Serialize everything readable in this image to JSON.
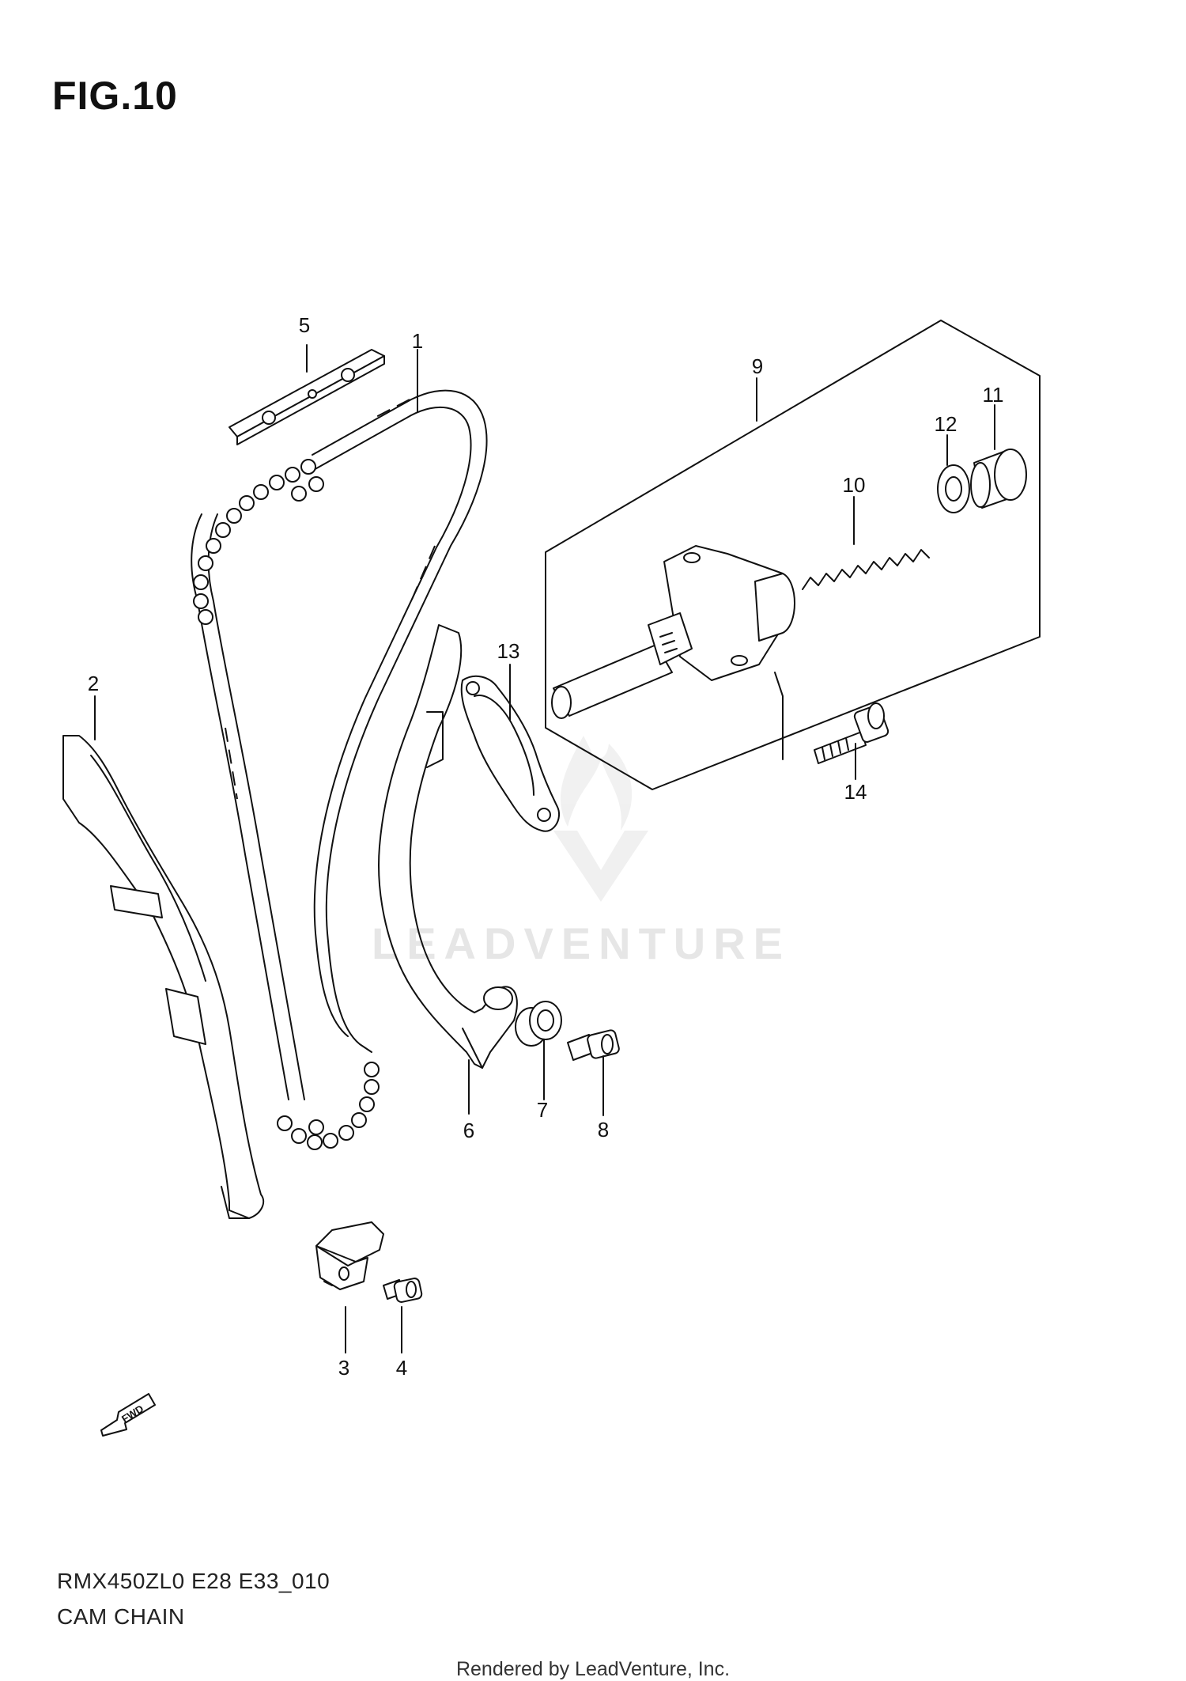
{
  "figure": {
    "title": "FIG.10",
    "model_code": "RMX450ZL0 E28 E33_010",
    "caption": "CAM CHAIN"
  },
  "callouts": [
    "1",
    "2",
    "3",
    "4",
    "5",
    "6",
    "7",
    "8",
    "9",
    "10",
    "11",
    "12",
    "13",
    "14"
  ],
  "direction_marker": "FWD",
  "watermark": "LEADVENTURE",
  "footer": "Rendered by LeadVenture, Inc.",
  "colors": {
    "line": "#111111",
    "background": "#ffffff",
    "watermark": "#e6e6e6"
  }
}
